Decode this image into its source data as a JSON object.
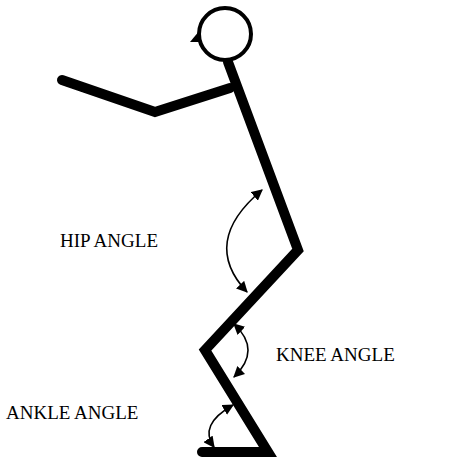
{
  "diagram": {
    "labels": [
      "HIP ANGLE",
      "KNEE ANGLE",
      "ANKLE ANGLE"
    ]
  }
}
